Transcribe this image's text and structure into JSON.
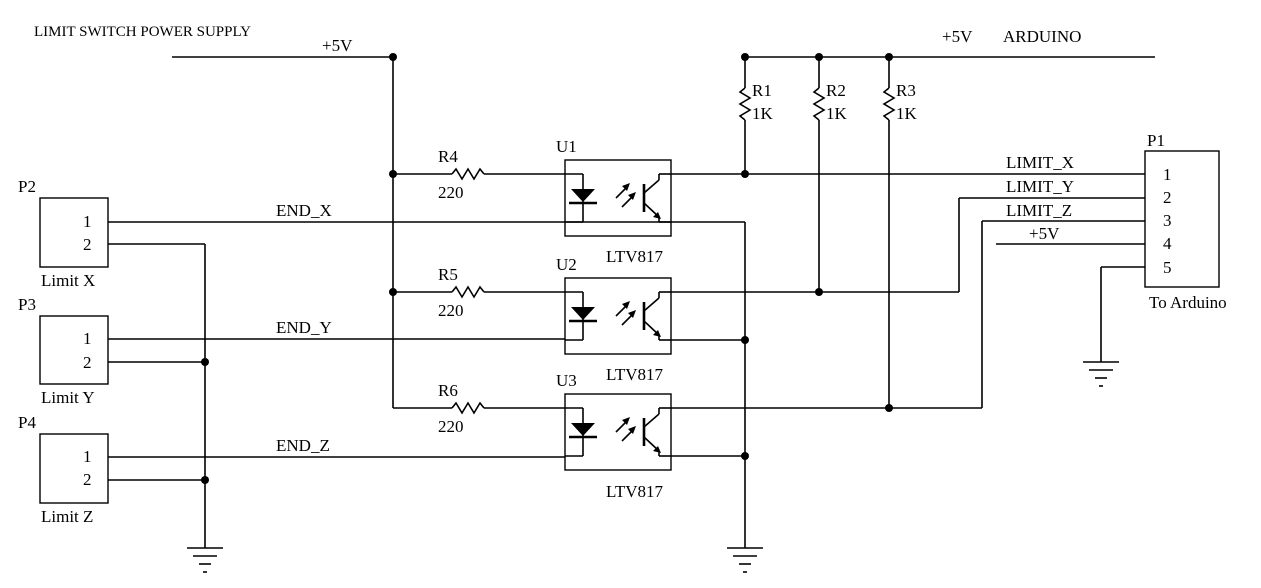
{
  "title": "LIMIT SWITCH POWER SUPPLY",
  "supply": {
    "left_label": "+5V",
    "right_label": "+5V",
    "right_name": "ARDUINO"
  },
  "resistors": [
    {
      "ref": "R1",
      "value": "1K"
    },
    {
      "ref": "R2",
      "value": "1K"
    },
    {
      "ref": "R3",
      "value": "1K"
    },
    {
      "ref": "R4",
      "value": "220"
    },
    {
      "ref": "R5",
      "value": "220"
    },
    {
      "ref": "R6",
      "value": "220"
    }
  ],
  "optocouplers": [
    {
      "ref": "U1",
      "part": "LTV817"
    },
    {
      "ref": "U2",
      "part": "LTV817"
    },
    {
      "ref": "U3",
      "part": "LTV817"
    }
  ],
  "limit_connectors": [
    {
      "ref": "P2",
      "name": "Limit X",
      "pins": [
        "1",
        "2"
      ],
      "net": "END_X"
    },
    {
      "ref": "P3",
      "name": "Limit Y",
      "pins": [
        "1",
        "2"
      ],
      "net": "END_Y"
    },
    {
      "ref": "P4",
      "name": "Limit Z",
      "pins": [
        "1",
        "2"
      ],
      "net": "END_Z"
    }
  ],
  "output_connector": {
    "ref": "P1",
    "name": "To Arduino",
    "pins": [
      "1",
      "2",
      "3",
      "4",
      "5"
    ],
    "nets": [
      "LIMIT_X",
      "LIMIT_Y",
      "LIMIT_Z",
      "+5V"
    ]
  }
}
